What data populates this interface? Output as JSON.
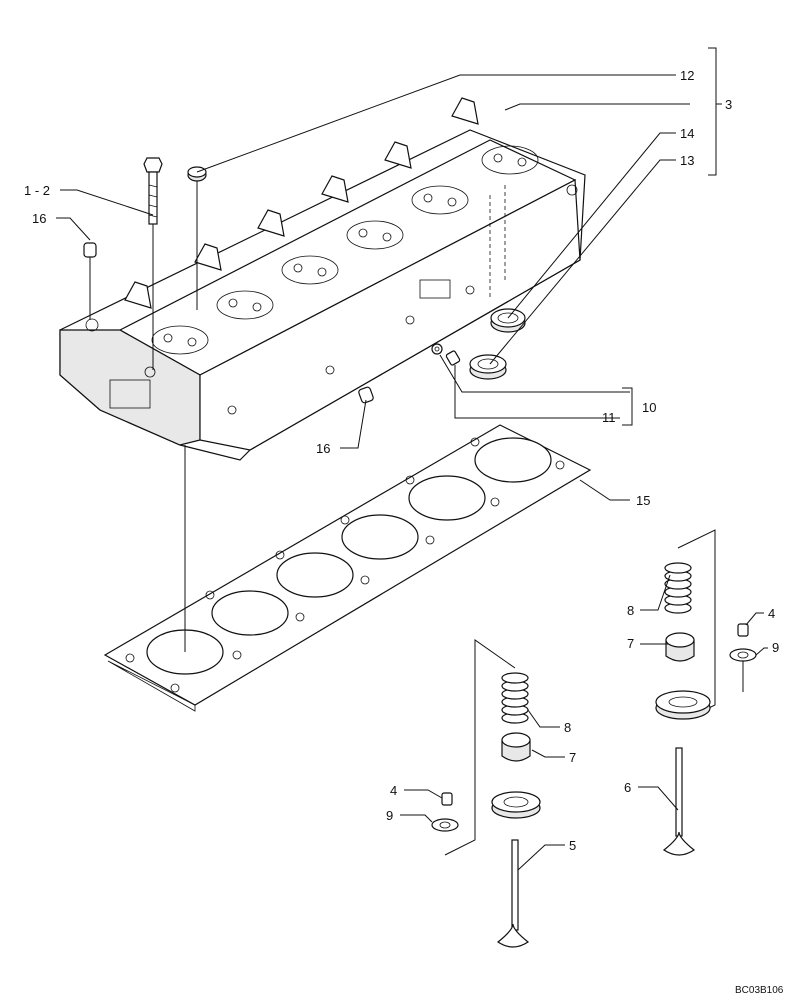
{
  "figure": {
    "reference_code": "BC03B106"
  },
  "callouts": {
    "c12": "12",
    "c3": "3",
    "c14": "14",
    "c13": "13",
    "c1_2": "1 - 2",
    "c16_top": "16",
    "c16_bottom": "16",
    "c10": "10",
    "c11": "11",
    "c15": "15",
    "c8_right": "8",
    "c7_right": "7",
    "c4_right": "4",
    "c9_right": "9",
    "c8_center": "8",
    "c7_center": "7",
    "c4_left": "4",
    "c9_left": "9",
    "c5": "5",
    "c6": "6"
  }
}
